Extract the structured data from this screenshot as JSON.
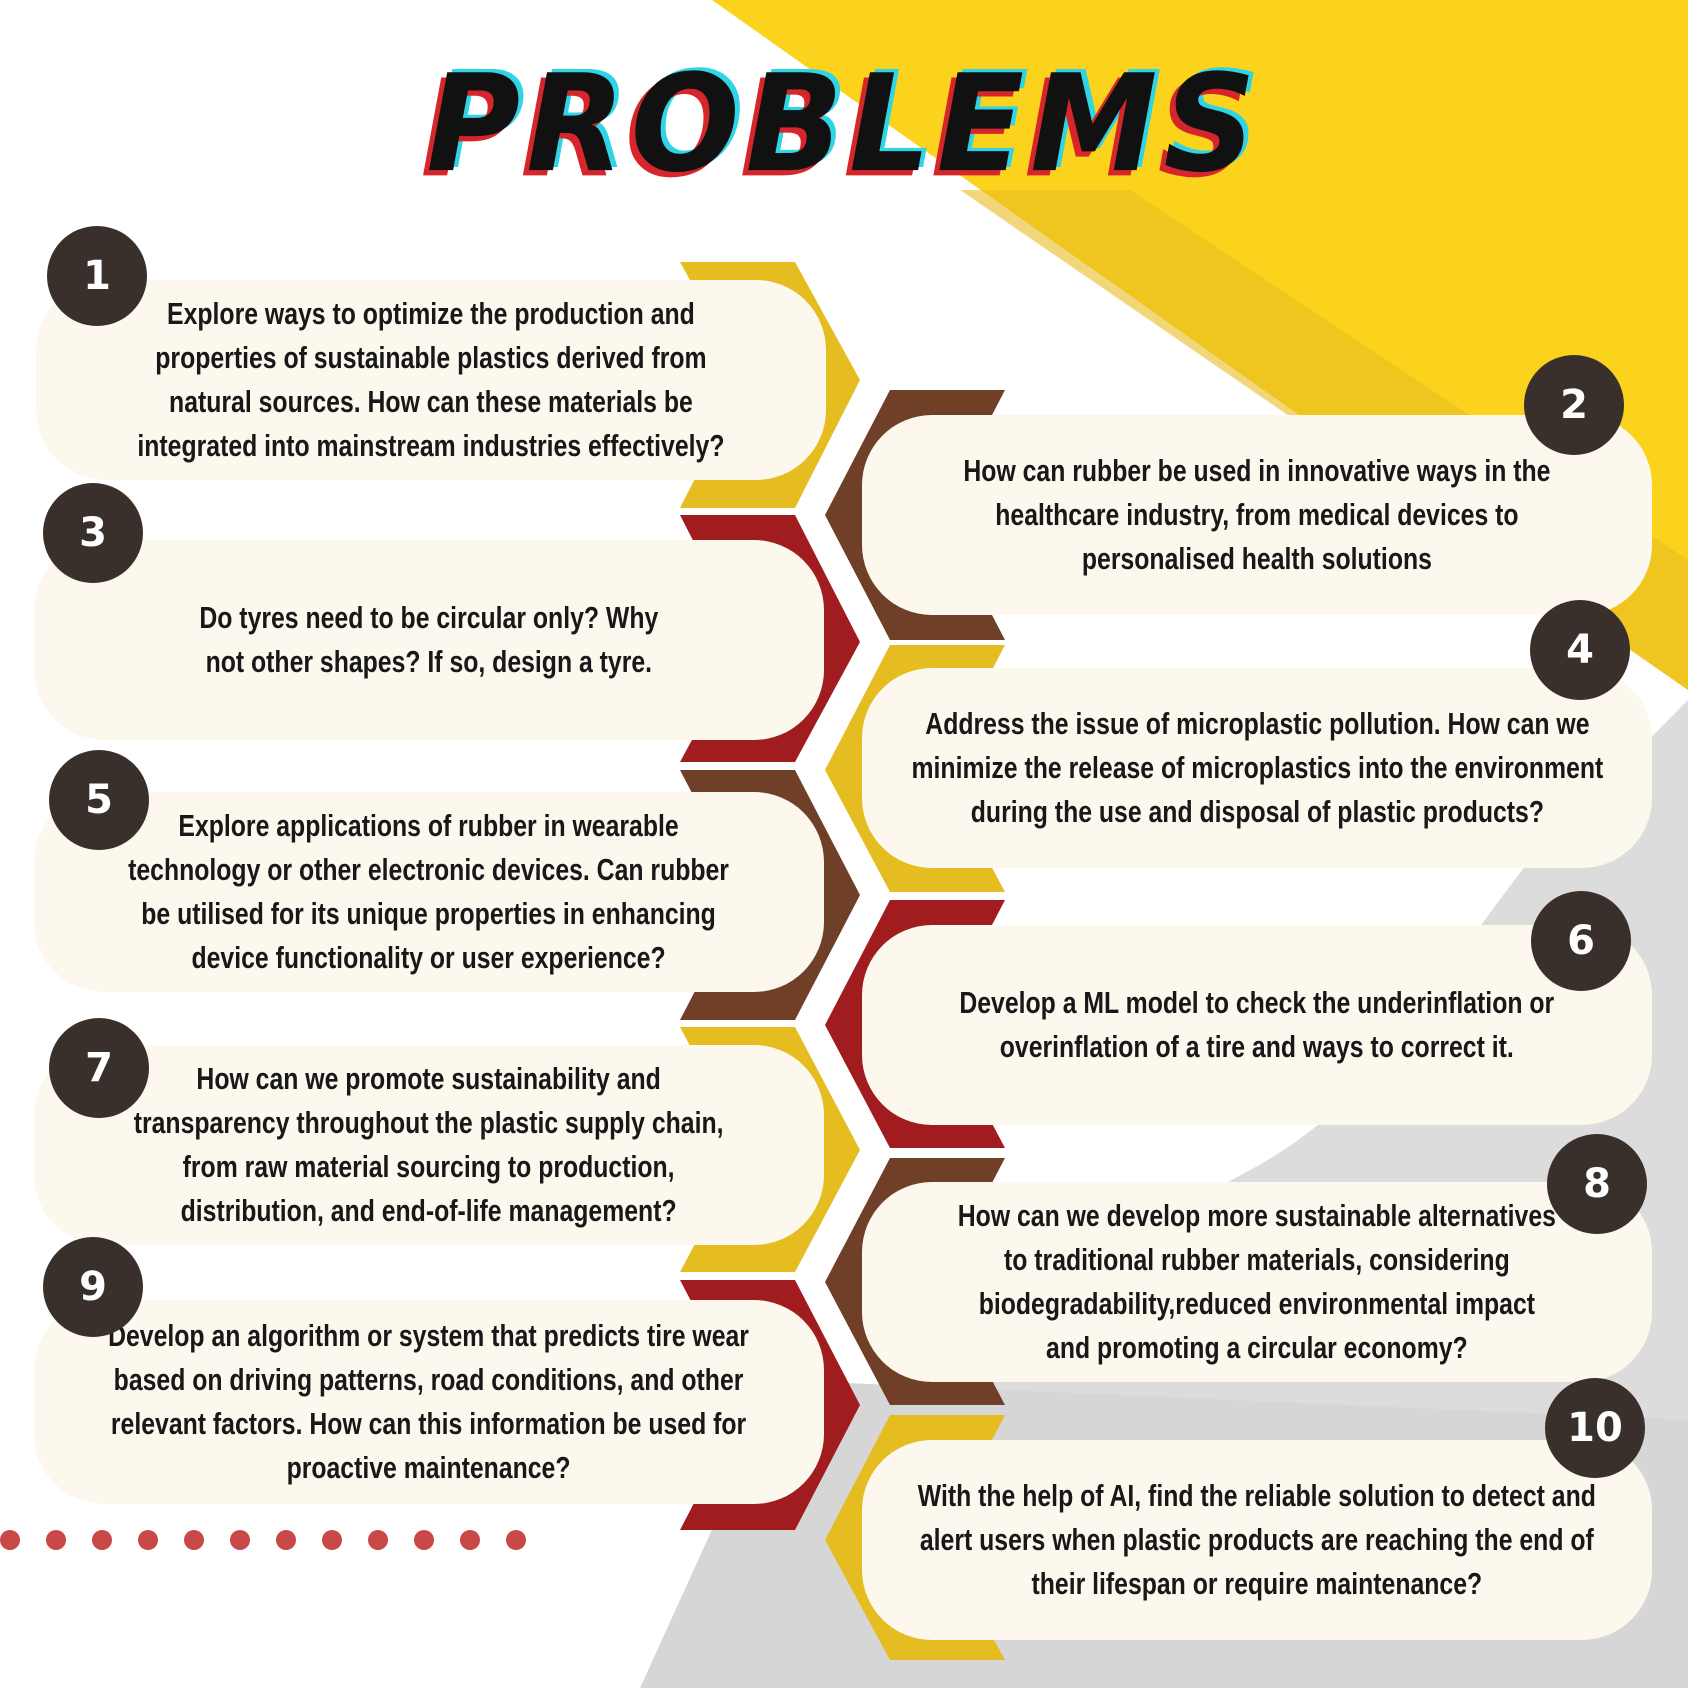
{
  "title": "PROBLEMS",
  "colors": {
    "background": "#ffffff",
    "yellow_accent": "#fbd21c",
    "gray_accent": "#dcdcdc",
    "card": "#fcf8ee",
    "badge": "#3a302b",
    "chevron_yellow": "#e5bd21",
    "chevron_brown": "#6f3f27",
    "chevron_red": "#a11c1f",
    "dots": "#c94848"
  },
  "problems": [
    {
      "number": "1",
      "lines": [
        "Explore ways to optimize the production and",
        "properties of sustainable plastics derived from",
        "natural sources. How can these materials be",
        "integrated into mainstream industries effectively?"
      ]
    },
    {
      "number": "2",
      "lines": [
        "How can rubber be used in innovative ways in the",
        "healthcare industry, from medical devices to",
        "personalised health solutions"
      ]
    },
    {
      "number": "3",
      "lines": [
        "Do tyres need to be circular only? Why",
        "not other shapes? If so, design a tyre."
      ]
    },
    {
      "number": "4",
      "lines": [
        "Address the issue of microplastic pollution. How can we",
        "minimize the release of microplastics into the environment",
        "during the use and disposal of plastic products?"
      ]
    },
    {
      "number": "5",
      "lines": [
        "Explore applications of rubber in wearable",
        "technology or other electronic devices. Can rubber",
        "be utilised for its unique properties in enhancing",
        "device functionality or user experience?"
      ]
    },
    {
      "number": "6",
      "lines": [
        "Develop a ML model to check the underinflation or",
        "overinflation of a tire and ways to correct it."
      ]
    },
    {
      "number": "7",
      "lines": [
        "How can we promote sustainability and",
        "transparency throughout the plastic supply chain,",
        "from raw material sourcing to production,",
        "distribution, and end-of-life management?"
      ]
    },
    {
      "number": "8",
      "lines": [
        "How can we develop more sustainable alternatives",
        "to traditional rubber materials, considering",
        "biodegradability,reduced environmental impact",
        "and promoting a circular economy?"
      ]
    },
    {
      "number": "9",
      "lines": [
        "Develop an algorithm or system that predicts tire wear",
        "based on driving patterns, road conditions, and other",
        "relevant factors. How can this information be used for",
        "proactive maintenance?"
      ]
    },
    {
      "number": "10",
      "lines": [
        "With the help of AI, find the reliable solution to detect and",
        "alert users when plastic products are reaching the end of",
        "their lifespan or require maintenance?"
      ]
    }
  ]
}
